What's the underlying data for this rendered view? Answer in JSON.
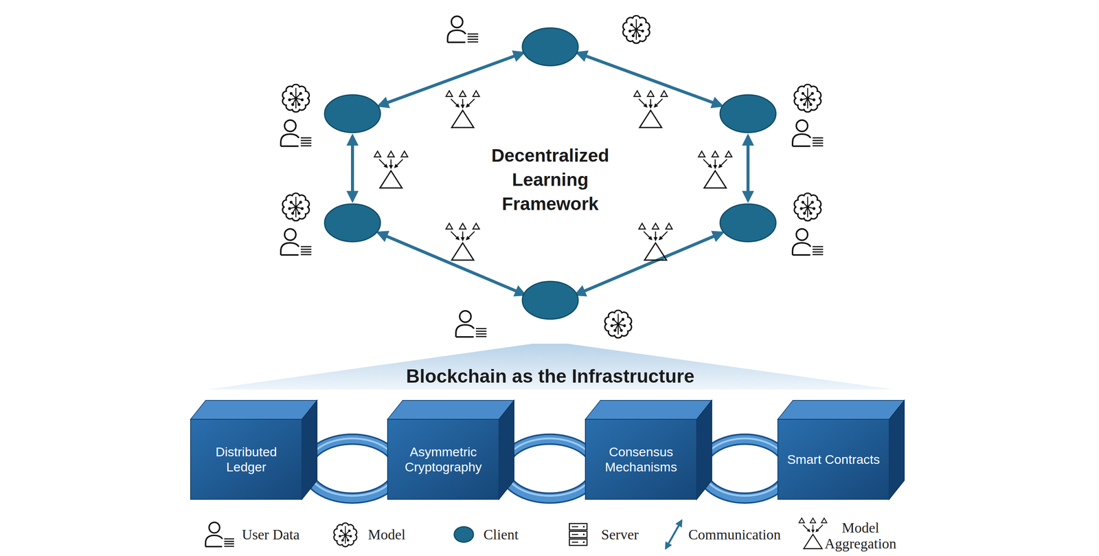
{
  "diagram": {
    "title": "Decentralized Learning Framework",
    "nodes": [
      {
        "text": [
          "Blockchain as the Infrastructure"
        ]
      },
      {
        "text": [
          "Distributed Ledger"
        ]
      },
      {
        "text": [
          "Asymmetric Cryptography"
        ]
      },
      {
        "text": [
          "Consensus Mechanisms"
        ]
      },
      {
        "text": [
          "Smart Contracts"
        ]
      }
    ],
    "edges": [
      {
        "from": 1,
        "to": 2,
        "arrow": "none"
      },
      {
        "from": 2,
        "to": 3,
        "arrow": "none"
      },
      {
        "from": 3,
        "to": 4,
        "arrow": "none"
      }
    ],
    "legend": [
      {
        "text": "User Data"
      },
      {
        "text": "Model"
      },
      {
        "text": "Client",
        "color": "#1d6a8c"
      },
      {
        "text": "Server"
      },
      {
        "text": "Communication"
      },
      {
        "text": "Model Aggregation"
      }
    ]
  }
}
